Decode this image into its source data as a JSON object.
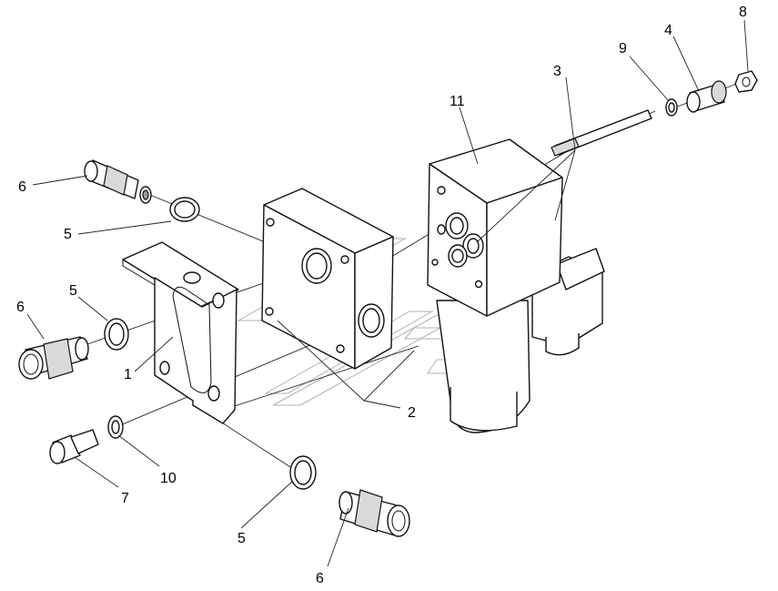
{
  "callouts": {
    "c1": "1",
    "c2": "2",
    "c3": "3",
    "c4": "4",
    "c5a": "5",
    "c5b": "5",
    "c5c": "5",
    "c6a": "6",
    "c6b": "6",
    "c6c": "6",
    "c7": "7",
    "c8": "8",
    "c9": "9",
    "c10": "10",
    "c11": "11"
  }
}
